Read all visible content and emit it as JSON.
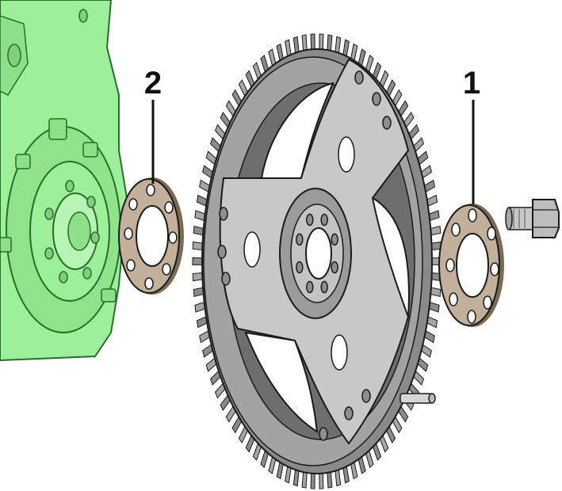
{
  "callouts": [
    {
      "label": "1"
    },
    {
      "label": "2"
    }
  ],
  "colors": {
    "engine_block": "#9df09a",
    "engine_outline": "#2b6b2b",
    "flywheel_face": "#9c9c9c",
    "flywheel_dark": "#6e6e6e",
    "flywheel_light": "#cfcfcf",
    "washer": "#c2b09b",
    "washer_edge": "#7d6a55",
    "outline": "#1a1a1a"
  },
  "flywheel": {
    "ring_teeth": 90,
    "hub_bolt_holes": 8
  }
}
